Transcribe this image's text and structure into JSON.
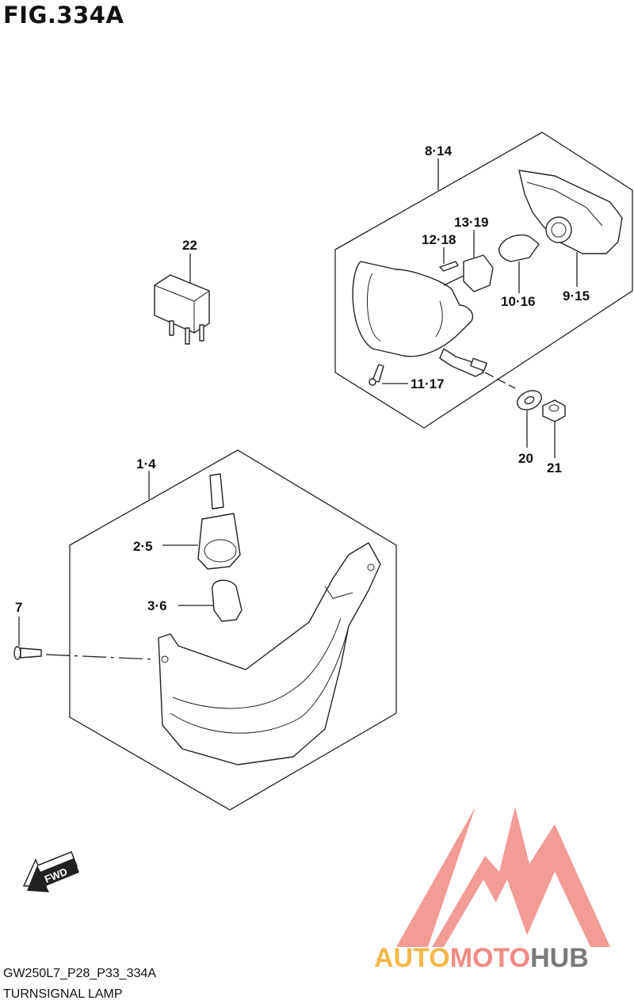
{
  "figure": {
    "title": "FIG.334A",
    "reference_code": "GW250L7_P28_P33_334A",
    "caption": "TURNSIGNAL LAMP",
    "fwd_label": "FWD"
  },
  "callouts": {
    "c1": "8·14",
    "c2": "13·19",
    "c3": "12·18",
    "c4": "10·16",
    "c5": "9·15",
    "c6": "11·17",
    "c7": "20",
    "c8": "21",
    "c9": "22",
    "c10": "1·4",
    "c11": "2·5",
    "c12": "3·6",
    "c13": "7"
  },
  "watermark": {
    "word_part1": "AUTO",
    "word_part2": "MOTO",
    "word_part3": "HUB",
    "color_main": "#f08a85",
    "color_auto": "#f5b84a",
    "color_hub": "#7a7a7a"
  }
}
